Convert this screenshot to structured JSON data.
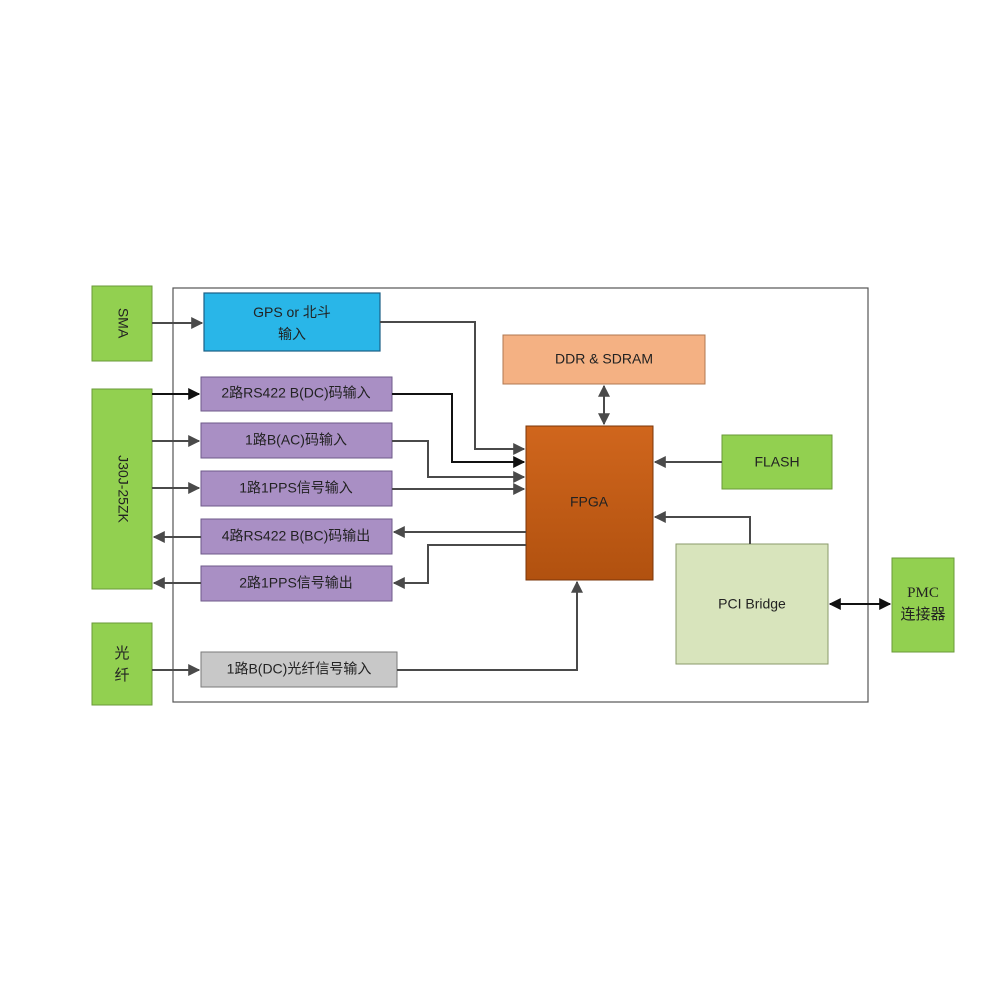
{
  "colors": {
    "green": "#92d050",
    "blue": "#29b6e8",
    "purple": "#a98fc4",
    "peach": "#f4b183",
    "fpga": "#c55a11",
    "pci": "#d8e4bc",
    "gray": "#c8c8c8",
    "line": "#4a4a4a"
  },
  "connectors": {
    "sma": "SMA",
    "j30j": "J30J-25ZK",
    "fiber_line1": "光",
    "fiber_line2": "纤",
    "pmc_line1": "PMC",
    "pmc_line2": "连接器"
  },
  "blocks": {
    "gps_line1": "GPS or 北斗",
    "gps_line2": "输入",
    "rs422_in": "2路RS422 B(DC)码输入",
    "ac_in": "1路B(AC)码输入",
    "pps_in": "1路1PPS信号输入",
    "rs422_out": "4路RS422 B(BC)码输出",
    "pps_out": "2路1PPS信号输出",
    "fiber_in": "1路B(DC)光纤信号输入",
    "ddr": "DDR & SDRAM",
    "fpga": "FPGA",
    "flash": "FLASH",
    "pci_bridge": "PCI Bridge"
  }
}
